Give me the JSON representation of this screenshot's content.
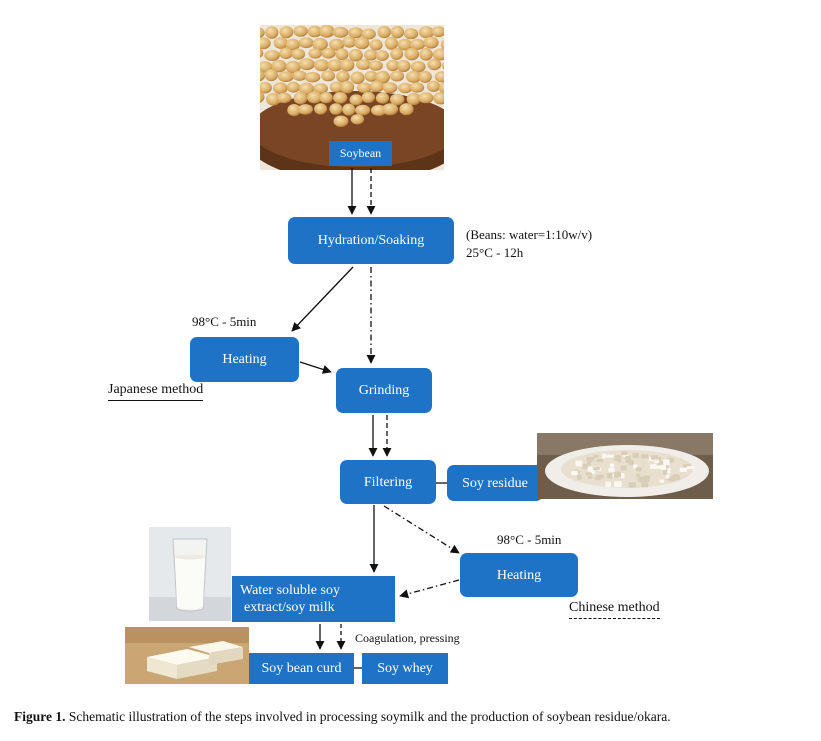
{
  "boxes": {
    "soybean": "Soybean",
    "hydration": "Hydration/Soaking",
    "heating_japanese": "Heating",
    "grinding": "Grinding",
    "filtering": "Filtering",
    "soy_residue": "Soy residue",
    "heating_chinese": "Heating",
    "soy_milk_line1": "Water soluble  soy",
    "soy_milk_line2": "extract/soy  milk",
    "bean_curd": "Soy bean curd",
    "whey": "Soy whey"
  },
  "notes": {
    "ratio": "(Beans:  water=1:10w/v)",
    "soak_conditions": "25°C - 12h",
    "temp_japanese": "98°C - 5min",
    "temp_chinese": "98°C - 5min",
    "coagulation": "Coagulation, pressing"
  },
  "methods": {
    "japanese": "Japanese method",
    "chinese": "Chinese method"
  },
  "caption": {
    "label": "Figure 1.",
    "text": " Schematic illustration of the steps involved in processing soymilk and the production of soybean residue/okara."
  },
  "colors": {
    "box_fill": "#1f73c7",
    "box_text": "#ffffff"
  }
}
